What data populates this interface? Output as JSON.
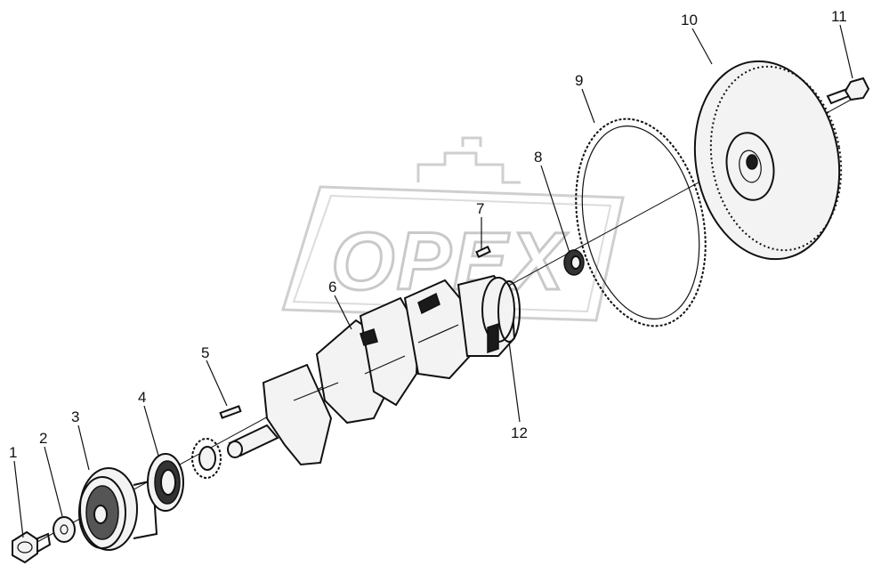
{
  "watermark": {
    "text": "OPEX"
  },
  "callouts": [
    "1",
    "2",
    "3",
    "4",
    "5",
    "6",
    "7",
    "8",
    "9",
    "10",
    "11",
    "12"
  ],
  "colors": {
    "ink": "#111111",
    "watermark": "#c9c9c9",
    "background": "#ffffff"
  }
}
